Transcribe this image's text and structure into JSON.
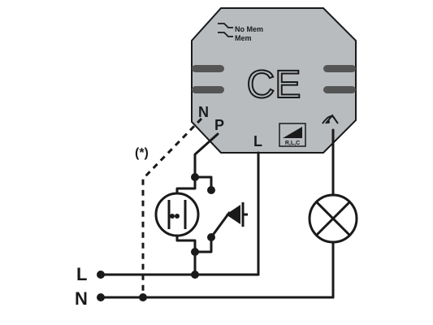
{
  "module": {
    "body_color": "#b9bcbf",
    "outline_color": "#1a1a1a",
    "mode_no_mem": "No Mem",
    "mode_mem": "Mem",
    "ce_mark": "CE",
    "terminal_n": "N",
    "terminal_p": "P",
    "terminal_l": "L",
    "load_types": "R,L,C"
  },
  "lines": {
    "l_label": "L",
    "n_label": "N"
  },
  "optional_note": "(*)"
}
